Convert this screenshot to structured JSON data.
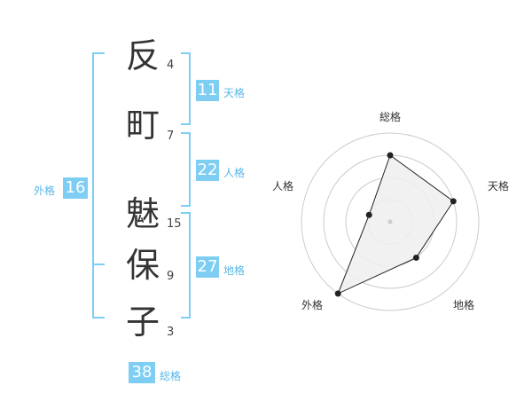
{
  "name": {
    "chars": [
      {
        "char": "反",
        "strokes": "4"
      },
      {
        "char": "町",
        "strokes": "7"
      },
      {
        "char": "魅",
        "strokes": "15"
      },
      {
        "char": "保",
        "strokes": "9"
      },
      {
        "char": "子",
        "strokes": "3"
      }
    ]
  },
  "kakusu": {
    "tenkaku": {
      "value": "11",
      "label": "天格"
    },
    "jinkaku": {
      "value": "22",
      "label": "人格"
    },
    "chikaku": {
      "value": "27",
      "label": "地格"
    },
    "gaikaku": {
      "value": "16",
      "label": "外格"
    },
    "soukaku": {
      "value": "38",
      "label": "総格"
    }
  },
  "colors": {
    "bracket": "#7ecef4",
    "box": "#7ecef4",
    "label": "#58b7e6",
    "grid": "#cccccc",
    "fill": "#eeeeee"
  },
  "chart_data": {
    "type": "radar",
    "axes": [
      "総格",
      "天格",
      "地格",
      "外格",
      "人格"
    ],
    "max": 4,
    "values": [
      3,
      3,
      2,
      4,
      1
    ],
    "rings": 4
  }
}
